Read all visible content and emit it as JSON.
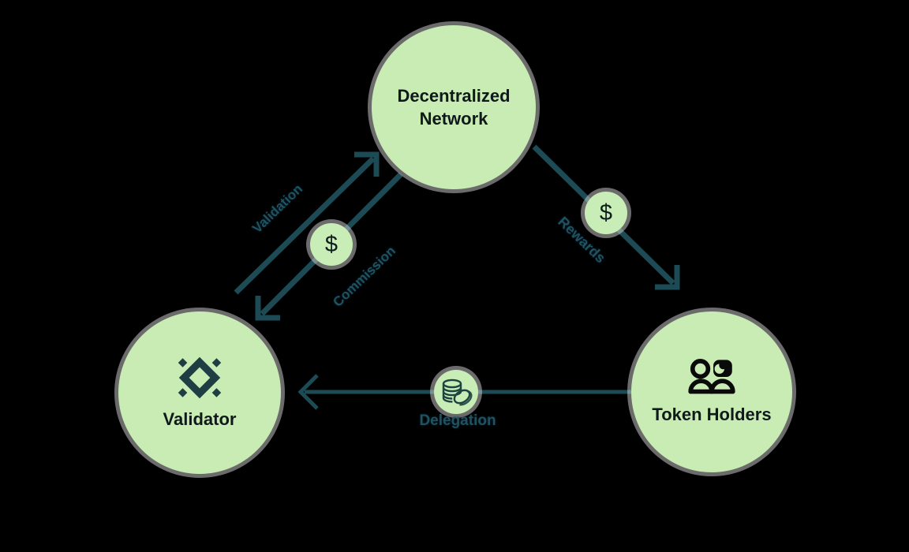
{
  "diagram": {
    "title": "Delegated staking flow diagram",
    "nodes": {
      "network": {
        "label": "Decentralized Network"
      },
      "validator": {
        "label": "Validator"
      },
      "token_holders": {
        "label": "Token Holders"
      }
    },
    "edges": {
      "validation": {
        "label": "Validation",
        "from": "validator",
        "to": "network"
      },
      "commission": {
        "label": "Commission",
        "from": "network",
        "to": "validator",
        "badge": "$"
      },
      "rewards": {
        "label": "Rewards",
        "from": "network",
        "to": "token_holders",
        "badge": "$"
      },
      "delegation": {
        "label": "Delegation",
        "from": "token_holders",
        "to": "validator",
        "badge": "coin-stack-icon"
      }
    },
    "badges": {
      "commission_fee": {
        "symbol": "$"
      },
      "rewards_fee": {
        "symbol": "$"
      }
    },
    "icons": {
      "validator": "validator-diamond-icon",
      "token_holders": "people-icon",
      "delegation": "coin-stack-icon"
    },
    "colors": {
      "background": "#000000",
      "node_fill": "#c8ecb4",
      "edge": "#1d4b55",
      "edge_label": "#1d5363",
      "node_text": "#10191a",
      "badge_fill": "#c9edb6",
      "icon_dark": "#0a0a0a",
      "validator_icon": "#1f3e44",
      "coin_stroke": "#1d4440"
    }
  }
}
